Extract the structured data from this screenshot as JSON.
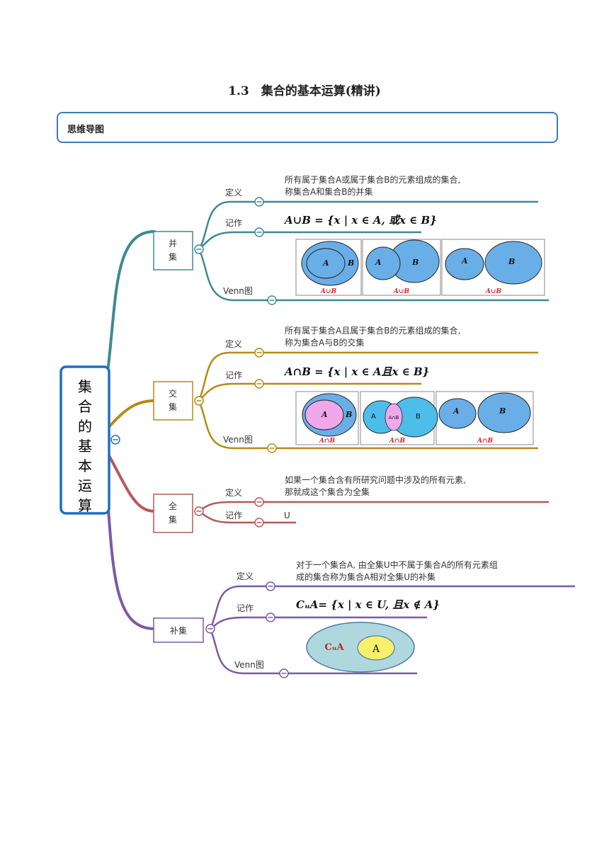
{
  "title": "1.3　集合的基本运算(精讲)",
  "section_box": "思维导图",
  "root": [
    "集",
    "合",
    "的",
    "基",
    "本",
    "运",
    "算"
  ],
  "union": {
    "name": [
      "并",
      "集"
    ],
    "def_label": "定义",
    "def": [
      "所有属于集合A或属于集合B的元素组成的集合,",
      "称集合A和集合B的并集"
    ],
    "notation_label": "记作",
    "formula": "A∪B = {x | x ∈ A, 或x ∈ B}",
    "venn_label": "Venn图",
    "captions": [
      "A∪B",
      "A∪B",
      "A∪B"
    ]
  },
  "intersection": {
    "name": [
      "交",
      "集"
    ],
    "def_label": "定义",
    "def": [
      "所有属于集合A且属于集合B的元素组成的集合,",
      "称为集合A与B的交集"
    ],
    "notation_label": "记作",
    "formula": "A∩B = {x | x ∈ A且x ∈ B}",
    "venn_label": "Venn图",
    "mid_label": "A∩B",
    "captions": [
      "A∩B",
      "A∩B",
      "A∩B"
    ]
  },
  "universal": {
    "name": [
      "全",
      "集"
    ],
    "def_label": "定义",
    "def": [
      "如果一个集合含有所研究问题中涉及的所有元素,",
      "那就成这个集合为全集"
    ],
    "notation_label": "记作",
    "symbol": "U"
  },
  "complement": {
    "name": "补集",
    "def_label": "定义",
    "def": [
      "对于一个集合A, 由全集U中不属于集合A的所有元素组",
      "成的集合称为集合A相对全集U的补集"
    ],
    "notation_label": "记作",
    "formula": "CᵤA= {x | x ∈ U, 且x ∉ A}",
    "venn_label": "Venn图",
    "cu_label": "CᵤA",
    "a_label": "A"
  },
  "set_a": "A",
  "set_b": "B",
  "colors": {
    "teal": "#3e8a92",
    "gold": "#b88a14",
    "red": "#b95858",
    "purple": "#7a5aa6",
    "root": "#1e6ec8"
  }
}
